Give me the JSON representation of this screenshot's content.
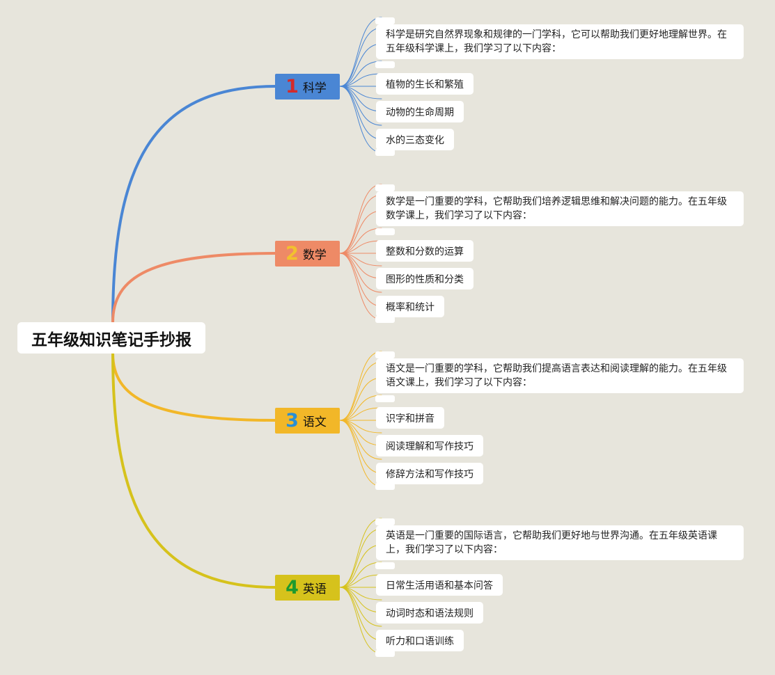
{
  "title": "五年级知识笔记手抄报",
  "branches": [
    {
      "number": "1",
      "label": "科学",
      "color": "#4a86d4",
      "number_color": "#d42a2a",
      "description": "科学是研究自然界现象和规律的一门学科，它可以帮助我们更好地理解世界。在五年级科学课上，我们学习了以下内容：",
      "items": [
        "植物的生长和繁殖",
        "动物的生命周期",
        "水的三态变化"
      ]
    },
    {
      "number": "2",
      "label": "数学",
      "color": "#ee8a66",
      "number_color": "#f2c12e",
      "description": "数学是一门重要的学科，它帮助我们培养逻辑思维和解决问题的能力。在五年级数学课上，我们学习了以下内容：",
      "items": [
        "整数和分数的运算",
        "图形的性质和分类",
        "概率和统计"
      ]
    },
    {
      "number": "3",
      "label": "语文",
      "color": "#f2b728",
      "number_color": "#2a8fd4",
      "description": "语文是一门重要的学科，它帮助我们提高语言表达和阅读理解的能力。在五年级语文课上，我们学习了以下内容：",
      "items": [
        "识字和拼音",
        "阅读理解和写作技巧",
        "修辞方法和写作技巧"
      ]
    },
    {
      "number": "4",
      "label": "英语",
      "color": "#d6c21c",
      "number_color": "#1e9a2e",
      "description": "英语是一门重要的国际语言，它帮助我们更好地与世界沟通。在五年级英语课上，我们学习了以下内容：",
      "items": [
        "日常生活用语和基本问答",
        "动词时态和语法规则",
        "听力和口语训练"
      ]
    }
  ]
}
